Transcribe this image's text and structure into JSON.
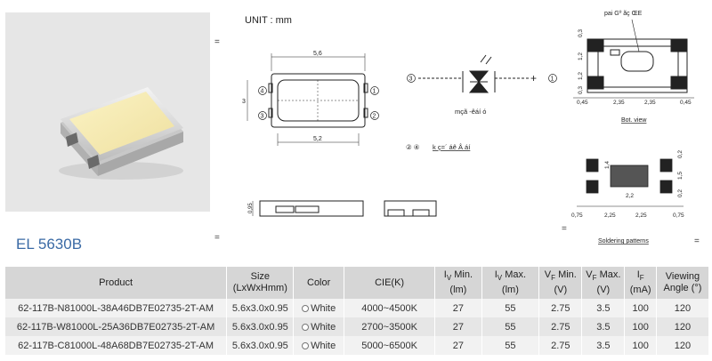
{
  "product": {
    "name": "EL 5630B"
  },
  "drawing": {
    "unit_label": "UNIT : mm",
    "dims": {
      "length": "5,6",
      "width": "3",
      "inner": "5,2",
      "height": "0,95",
      "pad_a": "0,45",
      "pad_b": "2,35",
      "pad_c": "2,35",
      "pad_d": "0,45",
      "side_a": "0,3",
      "side_b": "1,2",
      "side_c": "1,2",
      "side_d": "0,3",
      "sp_a": "1,4",
      "sp_b": "2,2",
      "sp_c": "0,75",
      "sp_d": "2,25",
      "sp_e": "2,25",
      "sp_f": "0,75",
      "sp_g": "0,2",
      "sp_h": "1,5",
      "sp_i": "0,2"
    },
    "pins": [
      "1",
      "2",
      "3",
      "4"
    ],
    "cathode_text": "pai Gº ãç ŒE",
    "bot_view_label": "Bot. view",
    "soldering_label": "Soldering patterns",
    "diode_caption": "mçã -êáí ó",
    "pin_note_pins": "② ④",
    "pin_note_text": "k ç=´ áê Â áí",
    "plus_sign": "+"
  },
  "eq_marks": [
    "=",
    "=",
    "=",
    "="
  ],
  "table": {
    "headers": [
      "Product",
      "Size (LxWxHmm)",
      "Color",
      "CIE(K)",
      "IV Min. (lm)",
      "IV Max. (lm)",
      "VF Min. (V)",
      "VF Max. (V)",
      "IF (mA)",
      "Viewing Angle (°)"
    ],
    "header_parts": {
      "size_1": "Size",
      "size_2": "(LxWxHmm)",
      "iv": "I",
      "iv_sub": "V",
      "min": "Min.",
      "max": "Max.",
      "lm": "(lm)",
      "vf": "V",
      "vf_sub": "F",
      "v": "(V)",
      "if": "I",
      "if_sub": "F",
      "ma": "(mA)",
      "va_1": "Viewing",
      "va_2": "Angle (°)"
    },
    "rows": [
      {
        "product": "62-117B-N81000L-38A46DB7E02735-2T-AM",
        "size": "5.6x3.0x0.95",
        "color": "White",
        "cie": "4000~4500K",
        "iv_min": "27",
        "iv_max": "55",
        "vf_min": "2.75",
        "vf_max": "3.5",
        "if": "100",
        "angle": "120"
      },
      {
        "product": "62-117B-W81000L-25A36DB7E02735-2T-AM",
        "size": "5.6x3.0x0.95",
        "color": "White",
        "cie": "2700~3500K",
        "iv_min": "27",
        "iv_max": "55",
        "vf_min": "2.75",
        "vf_max": "3.5",
        "if": "100",
        "angle": "120"
      },
      {
        "product": "62-117B-C81000L-48A68DB7E02735-2T-AM",
        "size": "5.6x3.0x0.95",
        "color": "White",
        "cie": "5000~6500K",
        "iv_min": "27",
        "iv_max": "55",
        "vf_min": "2.75",
        "vf_max": "3.5",
        "if": "100",
        "angle": "120"
      }
    ]
  }
}
